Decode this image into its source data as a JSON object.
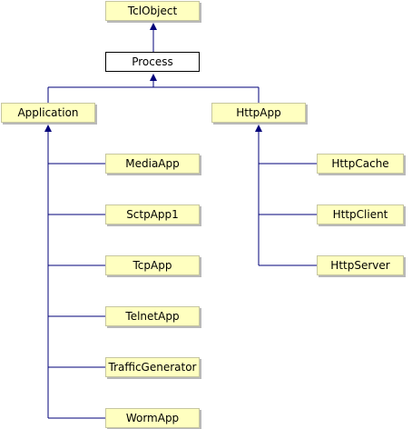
{
  "diagram": {
    "type": "class-hierarchy",
    "colors": {
      "node_fill": "#ffffc0",
      "node_border": "#c6c6a0",
      "current_fill": "#ffffff",
      "edge": "#00007a"
    },
    "nodes": {
      "tclobject": "TclObject",
      "process": "Process",
      "application": "Application",
      "httpapp": "HttpApp",
      "mediaapp": "MediaApp",
      "sctpapp1": "SctpApp1",
      "tcpapp": "TcpApp",
      "telnetapp": "TelnetApp",
      "trafficgenerator": "TrafficGenerator",
      "wormapp": "WormApp",
      "httpcache": "HttpCache",
      "httpclient": "HttpClient",
      "httpserver": "HttpServer"
    },
    "current": "process",
    "inheritance": [
      {
        "child": "process",
        "parent": "tclobject"
      },
      {
        "child": "application",
        "parent": "process"
      },
      {
        "child": "httpapp",
        "parent": "process"
      },
      {
        "child": "mediaapp",
        "parent": "application"
      },
      {
        "child": "sctpapp1",
        "parent": "application"
      },
      {
        "child": "tcpapp",
        "parent": "application"
      },
      {
        "child": "telnetapp",
        "parent": "application"
      },
      {
        "child": "trafficgenerator",
        "parent": "application"
      },
      {
        "child": "wormapp",
        "parent": "application"
      },
      {
        "child": "httpcache",
        "parent": "httpapp"
      },
      {
        "child": "httpclient",
        "parent": "httpapp"
      },
      {
        "child": "httpserver",
        "parent": "httpapp"
      }
    ]
  }
}
